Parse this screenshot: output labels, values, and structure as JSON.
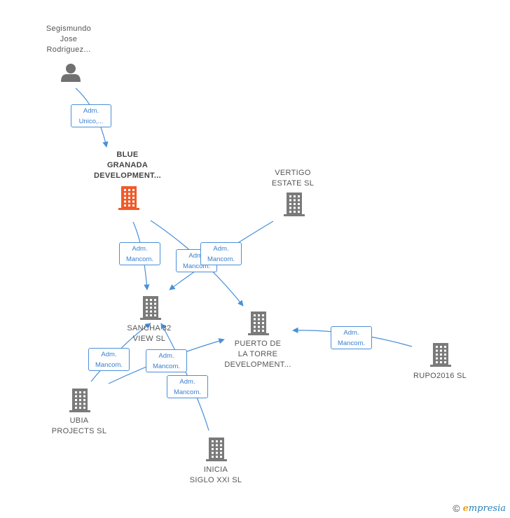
{
  "colors": {
    "edge": "#4a8fd9",
    "building": "#7a7a7a",
    "focus": "#f05a28",
    "person": "#707070"
  },
  "nodes": [
    {
      "id": "segismundo",
      "label": "Segismundo\nJose\nRodriguez...",
      "type": "person",
      "icon": "person-icon"
    },
    {
      "id": "blue",
      "label": "BLUE\nGRANADA\nDEVELOPMENT...",
      "type": "company",
      "focus": true,
      "icon": "building-icon"
    },
    {
      "id": "vertigo",
      "label": "VERTIGO\nESTATE SL",
      "type": "company",
      "icon": "building-icon"
    },
    {
      "id": "sancha",
      "label": "SANCHA 32\nVIEW SL",
      "type": "company",
      "icon": "building-icon"
    },
    {
      "id": "puerto",
      "label": "PUERTO DE\nLA TORRE\nDEVELOPMENT...",
      "type": "company",
      "icon": "building-icon"
    },
    {
      "id": "rupo",
      "label": "RUPO2016 SL",
      "type": "company",
      "icon": "building-icon"
    },
    {
      "id": "ubia",
      "label": "UBIA\nPROJECTS SL",
      "type": "company",
      "icon": "building-icon"
    },
    {
      "id": "inicia",
      "label": "INICIA\nSIGLO XXI SL",
      "type": "company",
      "icon": "building-icon"
    }
  ],
  "edges": [
    {
      "id": "e1",
      "from": "segismundo",
      "to": "blue",
      "label": "Adm.\nUnico,..."
    },
    {
      "id": "e2",
      "from": "blue",
      "to": "sancha",
      "label": "Adm.\nMancom."
    },
    {
      "id": "e3",
      "from": "blue",
      "to": "puerto",
      "label": "Adm.\nMancom."
    },
    {
      "id": "e4",
      "from": "vertigo",
      "to": "sancha",
      "label": "Adm.\nMancom."
    },
    {
      "id": "e5",
      "from": "rupo",
      "to": "puerto",
      "label": "Adm.\nMancom."
    },
    {
      "id": "e6",
      "from": "ubia",
      "to": "sancha",
      "label": "Adm.\nMancom."
    },
    {
      "id": "e7",
      "from": "ubia",
      "to": "puerto",
      "label": "Adm.\nMancom."
    },
    {
      "id": "e8",
      "from": "inicia",
      "to": "sancha",
      "label": "Adm.\nMancom."
    }
  ],
  "footer": {
    "copyright": "©",
    "brand_e": "e",
    "brand_rest": "mpresia"
  }
}
